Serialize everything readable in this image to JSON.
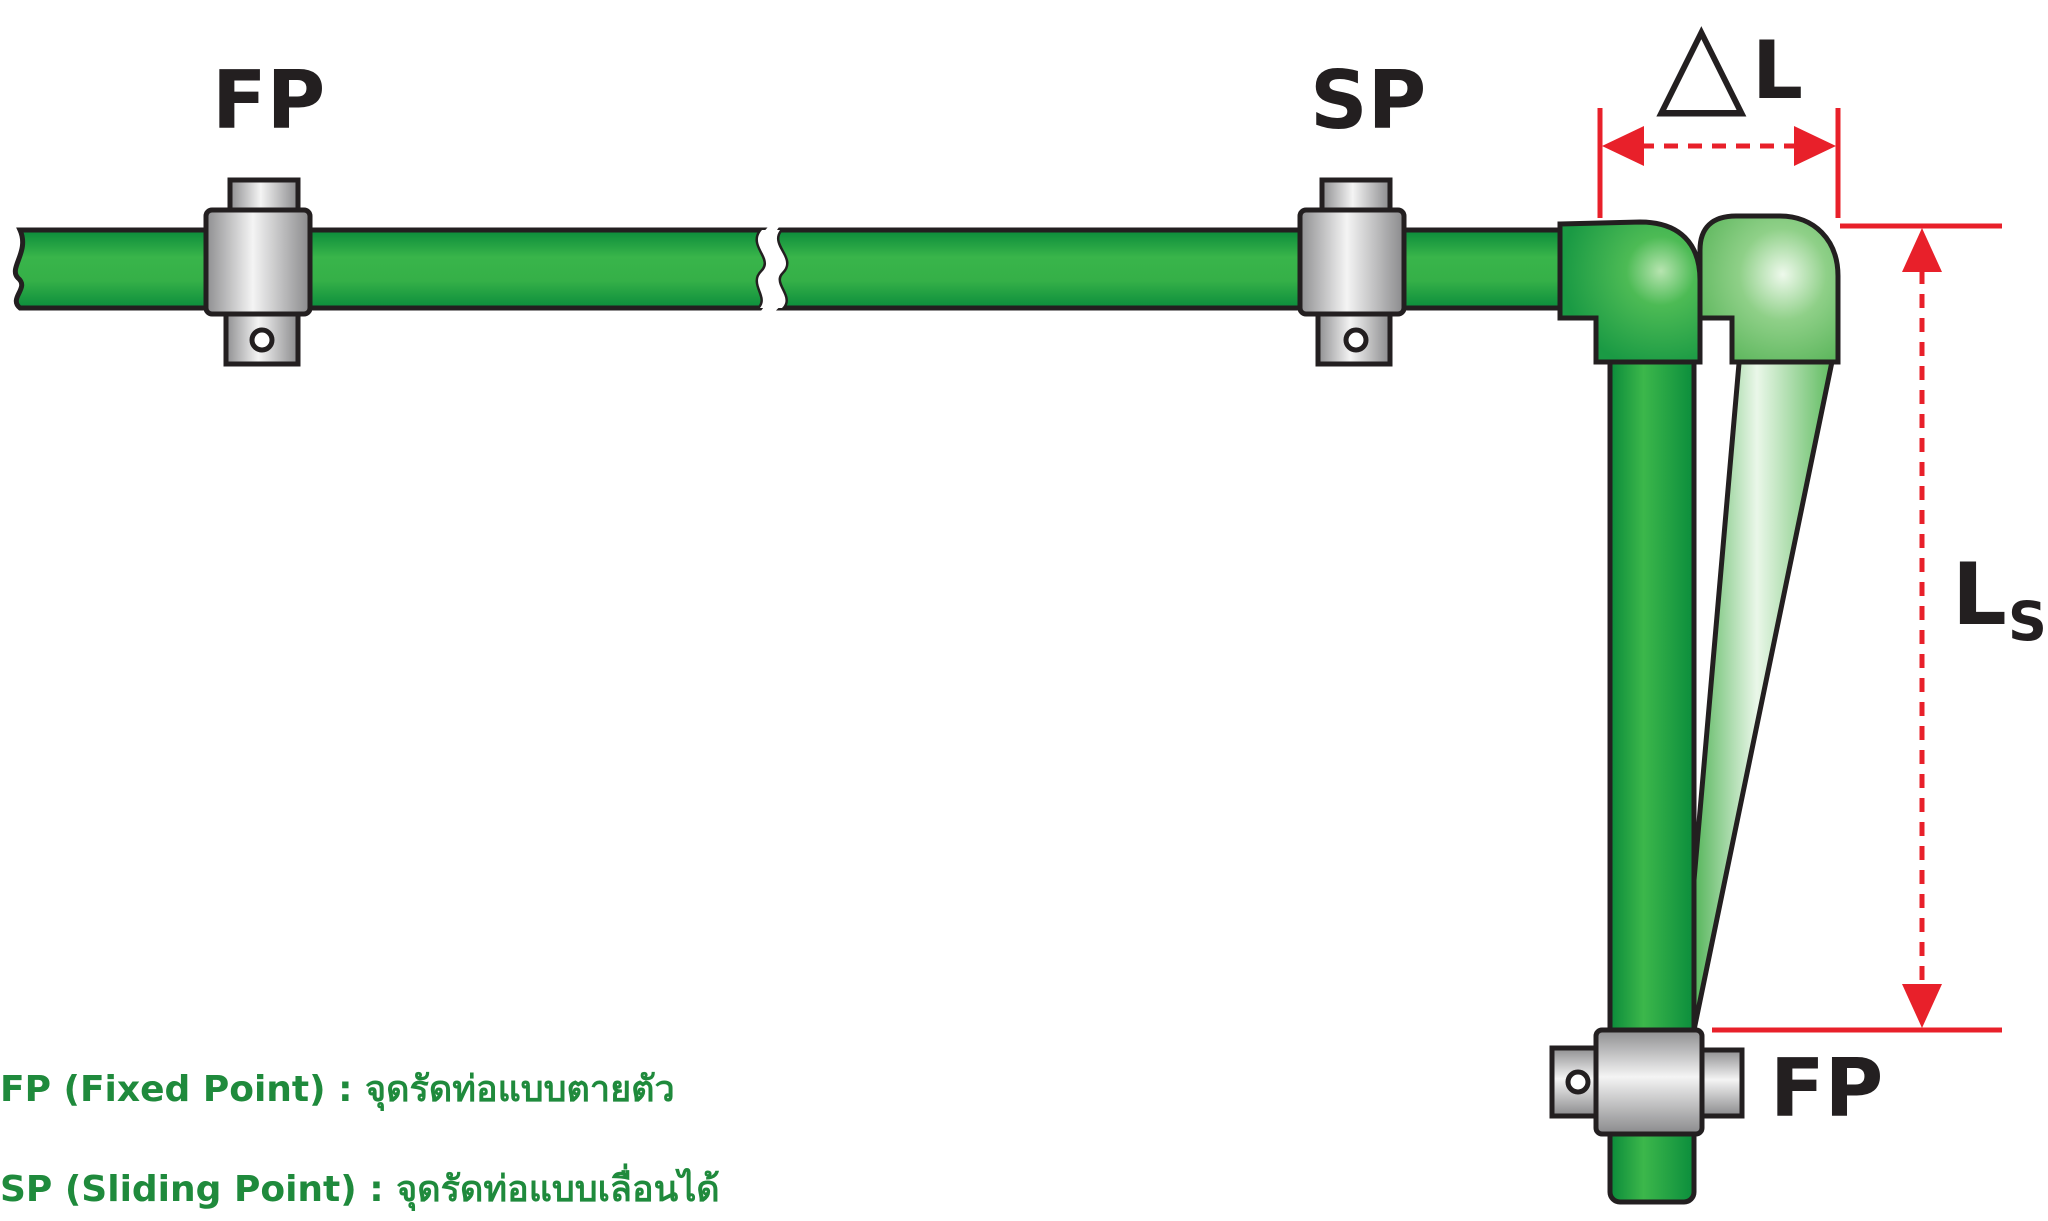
{
  "labels": {
    "fp_top": "FP",
    "sp_top": "SP",
    "fp_bottom": "FP",
    "delta_symbol": "△",
    "delta_letter": "L",
    "ls_letter": "L",
    "ls_subscript": "S"
  },
  "legend": {
    "fp": "FP (Fixed Point) : จุดรัดท่อแบบตายตัว",
    "sp": "SP (Sliding Point) : จุดรัดท่อแบบเลื่อนได้"
  },
  "colors": {
    "pipe_green": "#0fa24b",
    "pipe_light": "#78c878",
    "dimension_red": "#e8202a",
    "clamp_gray": "#b4b4b6",
    "outline": "#231f20",
    "legend_text": "#1f8a3c"
  }
}
